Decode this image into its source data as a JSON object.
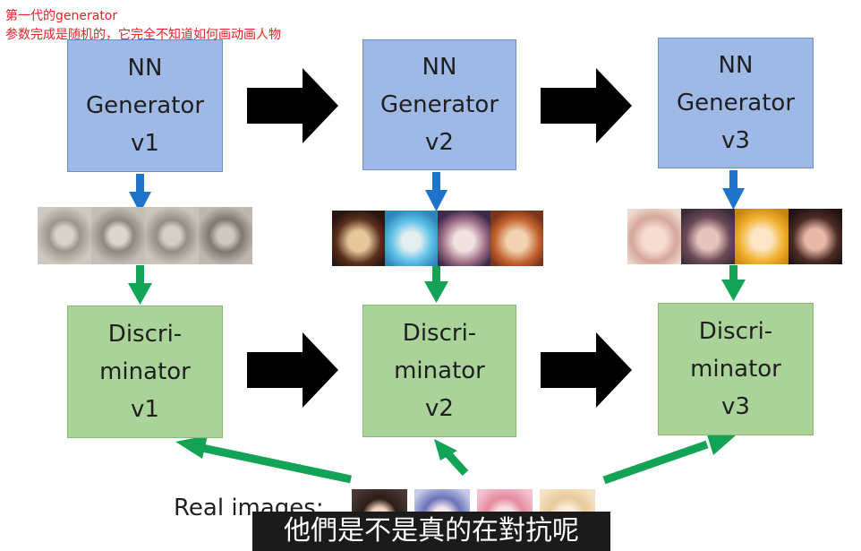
{
  "note": {
    "line1": "第一代的generator",
    "line2": "参数完成是随机的，它完全不知道如何画动画人物"
  },
  "generators": [
    {
      "label": "NN\nGenerator\nv1"
    },
    {
      "label": "NN\nGenerator\nv2"
    },
    {
      "label": "NN\nGenerator\nv3"
    }
  ],
  "discriminators": [
    {
      "label": "Discri-\nminator\nv1"
    },
    {
      "label": "Discri-\nminator\nv2"
    },
    {
      "label": "Discri-\nminator\nv3"
    }
  ],
  "real_images_label": "Real images:",
  "subtitle": "他們是不是真的在對抗呢",
  "colors": {
    "generator_fill": "#9fb9e6",
    "discriminator_fill": "#a9d398",
    "blue_arrow": "#1e74c8",
    "green_arrow": "#13a356",
    "note_text": "#e8212a"
  }
}
